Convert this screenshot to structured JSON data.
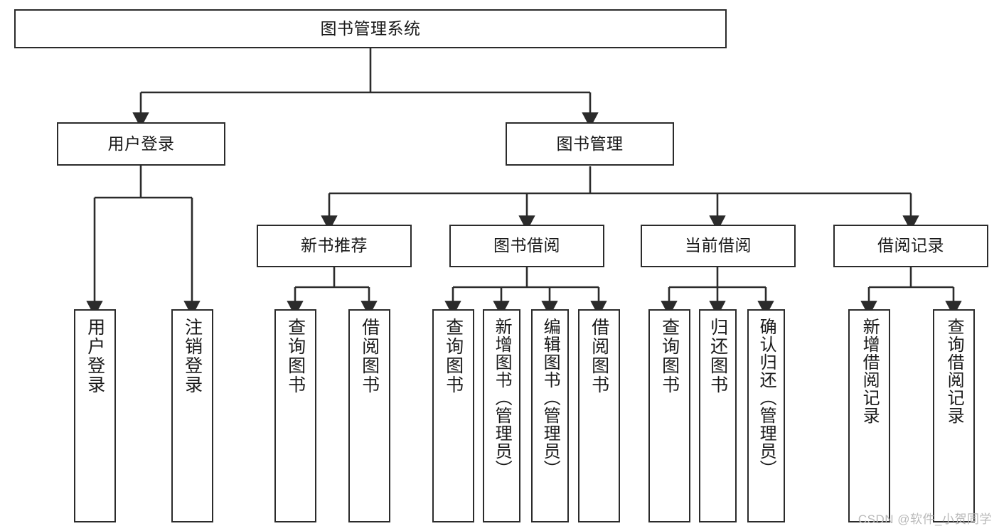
{
  "diagram": {
    "title": "图书管理系统",
    "type": "functional-structure-tree",
    "background_color": "#ffffff",
    "line_color": "#2b2b2b",
    "text_color": "#1a1a1a"
  },
  "nodes": {
    "root": {
      "label": "图书管理系统"
    },
    "level1": [
      {
        "id": "user-login",
        "label": "用户登录"
      },
      {
        "id": "book-manage",
        "label": "图书管理"
      }
    ],
    "level2": [
      {
        "id": "new-book-recommend",
        "label": "新书推荐"
      },
      {
        "id": "book-borrow",
        "label": "图书借阅"
      },
      {
        "id": "current-borrow",
        "label": "当前借阅"
      },
      {
        "id": "borrow-record",
        "label": "借阅记录"
      }
    ],
    "leaves": {
      "user_login": [
        {
          "id": "leaf-user-login",
          "label": "用户登录"
        },
        {
          "id": "leaf-logout",
          "label": "注销登录"
        }
      ],
      "new_book_recommend": [
        {
          "id": "leaf-query-book-1",
          "label": "查询图书"
        },
        {
          "id": "leaf-borrow-book-1",
          "label": "借阅图书"
        }
      ],
      "book_borrow": [
        {
          "id": "leaf-query-book-2",
          "label": "查询图书"
        },
        {
          "id": "leaf-add-book",
          "label": "新增图书（管理员）"
        },
        {
          "id": "leaf-edit-book",
          "label": "编辑图书（管理员）"
        },
        {
          "id": "leaf-borrow-book-2",
          "label": "借阅图书"
        }
      ],
      "current_borrow": [
        {
          "id": "leaf-query-book-3",
          "label": "查询图书"
        },
        {
          "id": "leaf-return-book",
          "label": "归还图书"
        },
        {
          "id": "leaf-confirm-return",
          "label": "确认归还（管理员）"
        }
      ],
      "borrow_record": [
        {
          "id": "leaf-add-record",
          "label": "新增借阅记录"
        },
        {
          "id": "leaf-query-record",
          "label": "查询借阅记录"
        }
      ]
    }
  },
  "watermark": {
    "text": "CSDN @软件_小贺同学"
  }
}
